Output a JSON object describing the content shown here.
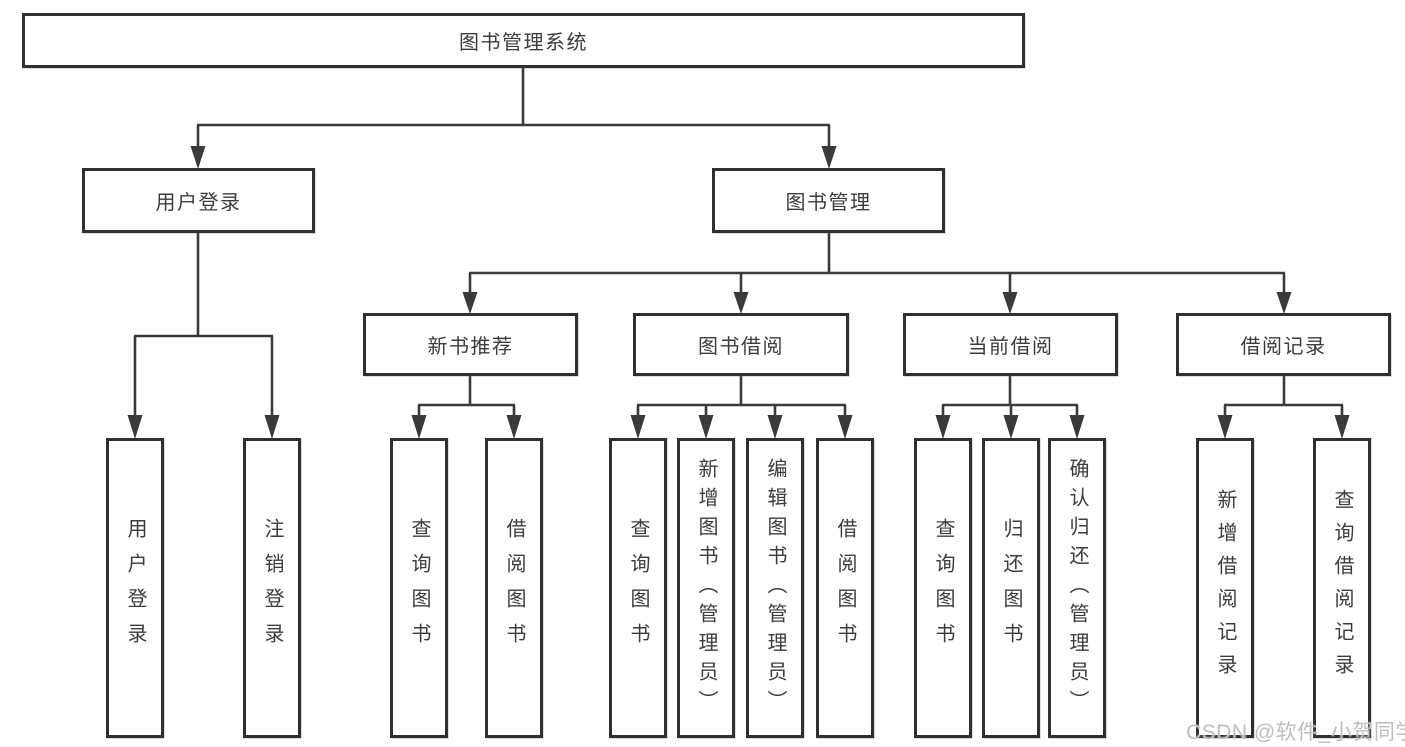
{
  "diagram": {
    "type": "hierarchy",
    "root": {
      "label": "图书管理系统",
      "children": [
        {
          "label": "用户登录",
          "children": [
            {
              "label": "用户登录"
            },
            {
              "label": "注销登录"
            }
          ]
        },
        {
          "label": "图书管理",
          "children": [
            {
              "label": "新书推荐",
              "children": [
                {
                  "label": "查询图书"
                },
                {
                  "label": "借阅图书"
                }
              ]
            },
            {
              "label": "图书借阅",
              "children": [
                {
                  "label": "查询图书"
                },
                {
                  "label": "新增图书（管理员）"
                },
                {
                  "label": "编辑图书（管理员）"
                },
                {
                  "label": "借阅图书"
                }
              ]
            },
            {
              "label": "当前借阅",
              "children": [
                {
                  "label": "查询图书"
                },
                {
                  "label": "归还图书"
                },
                {
                  "label": "确认归还（管理员）"
                }
              ]
            },
            {
              "label": "借阅记录",
              "children": [
                {
                  "label": "新增借阅记录"
                },
                {
                  "label": "查询借阅记录"
                }
              ]
            }
          ]
        }
      ]
    }
  },
  "watermark": {
    "text": "CSDN @软件_小贺同学"
  },
  "colors": {
    "background": "#ffffff",
    "box_border": "#2f2f2f",
    "connector_line": "#3a3a3a",
    "text": "#3c3c3c",
    "watermark": "#bebebe"
  }
}
